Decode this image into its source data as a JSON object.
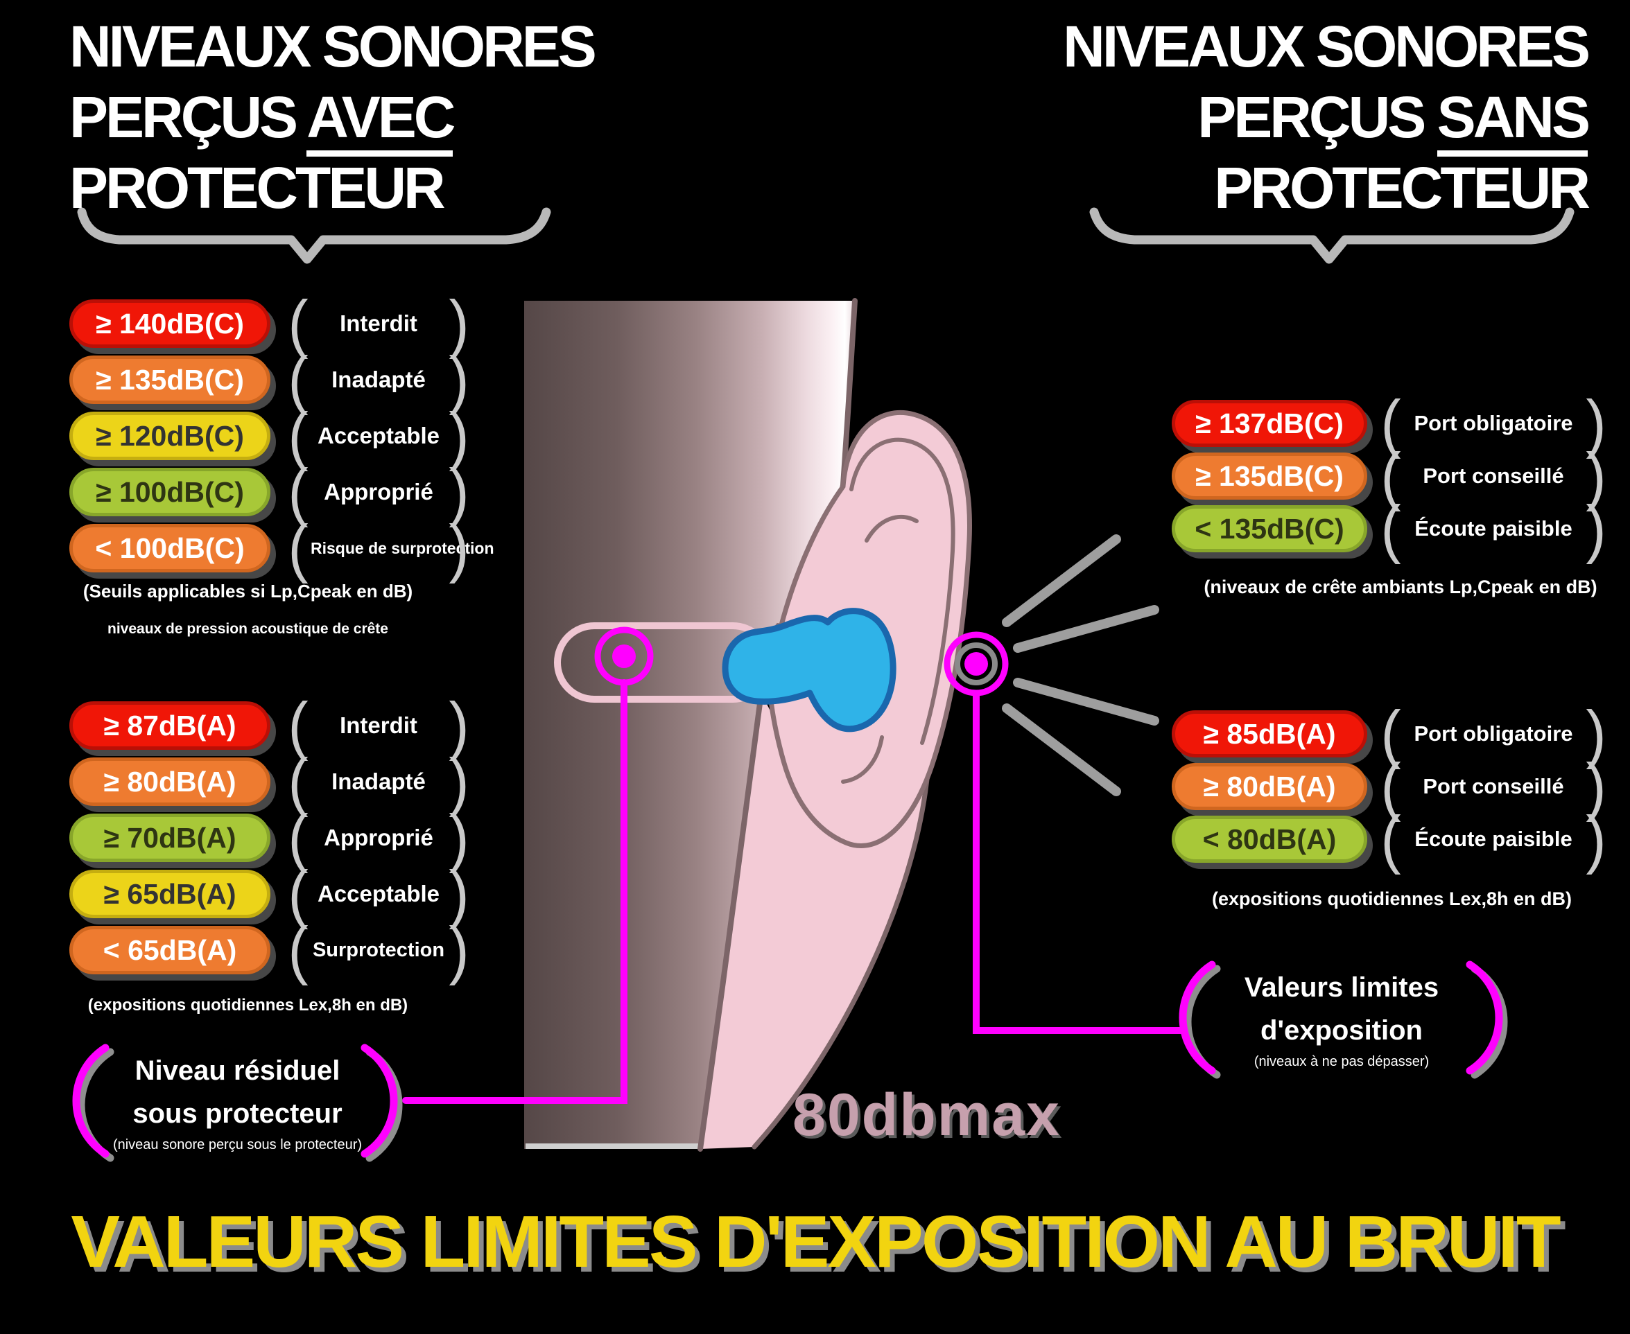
{
  "header": {
    "left_title": {
      "line1": "NIVEAUX SONORES",
      "line2_pre": "PERÇUS ",
      "line2_underlined": "AVEC",
      "line3": "PROTECTEUR"
    },
    "right_title": {
      "line1": "NIVEAUX SONORES",
      "line2_pre": "PERÇUS ",
      "line2_underlined": "SANS",
      "line3": "PROTECTEUR"
    }
  },
  "left_panel": {
    "peak_rows": [
      {
        "value": "≥ 140dB(C)",
        "severity": "red",
        "label": "Interdit"
      },
      {
        "value": "≥ 135dB(C)",
        "severity": "orange",
        "label": "Inadapté"
      },
      {
        "value": "≥ 120dB(C)",
        "severity": "yellow",
        "label": "Acceptable"
      },
      {
        "value": "≥ 100dB(C)",
        "severity": "green",
        "label": "Approprié"
      },
      {
        "value": "< 100dB(C)",
        "severity": "orange",
        "label": "Risque de surprotection"
      }
    ],
    "peak_note_line1": "(Seuils applicables si Lp,Cpeak en dB)",
    "peak_note_line2": "niveaux de pression acoustique de crête",
    "daily_rows": [
      {
        "value": "≥ 87dB(A)",
        "severity": "red",
        "label": "Interdit"
      },
      {
        "value": "≥ 80dB(A)",
        "severity": "orange",
        "label": "Inadapté"
      },
      {
        "value": "≥ 70dB(A)",
        "severity": "green",
        "label": "Approprié"
      },
      {
        "value": "≥ 65dB(A)",
        "severity": "yellow",
        "label": "Acceptable"
      },
      {
        "value": "< 65dB(A)",
        "severity": "orange",
        "label": "Surprotection"
      }
    ],
    "daily_note": "(expositions quotidiennes Lex,8h en dB)",
    "box": {
      "line1": "Niveau résiduel",
      "line2": "sous protecteur",
      "line3": "(niveau sonore perçu sous le protecteur)"
    }
  },
  "right_panel": {
    "peak_rows": [
      {
        "value": "≥ 137dB(C)",
        "severity": "red",
        "label": "Port obligatoire"
      },
      {
        "value": "≥ 135dB(C)",
        "severity": "orange",
        "label": "Port conseillé"
      },
      {
        "value": "< 135dB(C)",
        "severity": "green",
        "label": "Écoute paisible"
      }
    ],
    "peak_note": "(niveaux de crête ambiants Lp,Cpeak en dB)",
    "daily_rows": [
      {
        "value": "≥ 85dB(A)",
        "severity": "red",
        "label": "Port obligatoire"
      },
      {
        "value": "≥ 80dB(A)",
        "severity": "orange",
        "label": "Port conseillé"
      },
      {
        "value": "< 80dB(A)",
        "severity": "green",
        "label": "Écoute paisible"
      }
    ],
    "daily_note": "(expositions quotidiennes Lex,8h en dB)",
    "box": {
      "line1": "Valeurs limites",
      "line2": "d'exposition",
      "line3": "(niveaux à ne pas dépasser)"
    }
  },
  "footer": {
    "title": "VALEURS LIMITES D'EXPOSITION AU BRUIT"
  },
  "watermark": "80dbmax",
  "decor": {
    "open": "(",
    "close": ")"
  },
  "colors": {
    "red": "#f01607",
    "orange": "#ee7b30",
    "yellow": "#ecd419",
    "green": "#a8c838",
    "magenta": "#ff00ff",
    "brace_gray": "#c9c9c9",
    "title_yellow": "#f2d410",
    "plug_blue": "#2fb3e8"
  }
}
